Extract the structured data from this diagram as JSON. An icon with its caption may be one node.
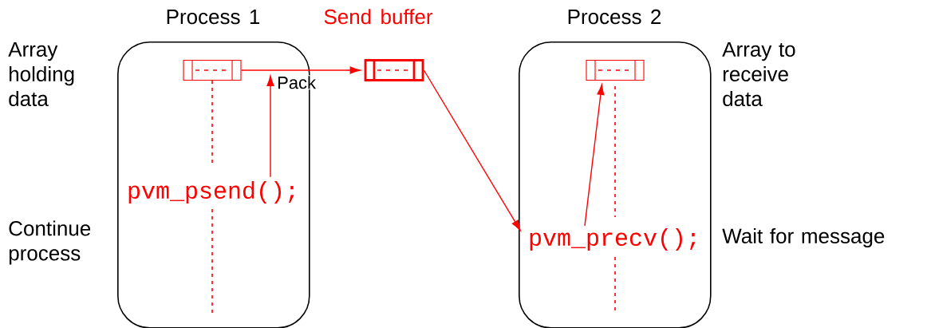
{
  "diagram": {
    "nodes": [
      {
        "text": [
          "Process 1"
        ]
      },
      {
        "text": [],
        "shape": "box",
        "in": 0
      },
      {
        "text": [
          "pvm_psend();"
        ],
        "in": 0
      },
      {
        "text": [
          "Send buffer"
        ]
      },
      {
        "text": [
          "Process 2"
        ]
      },
      {
        "text": [],
        "shape": "box",
        "in": 4
      },
      {
        "text": [
          "pvm_precv();"
        ],
        "in": 4
      }
    ],
    "edges": [
      {
        "from": 1,
        "to": 3,
        "arrow": "to",
        "label": "Pack"
      },
      {
        "from": 2,
        "to": null,
        "arrow": "to"
      },
      {
        "from": 3,
        "to": 6,
        "arrow": "to"
      },
      {
        "from": 6,
        "to": 5,
        "arrow": "to"
      }
    ],
    "labels": [
      "Array holding data",
      "Continue process",
      "Array to receive data",
      "Wait for message"
    ]
  }
}
